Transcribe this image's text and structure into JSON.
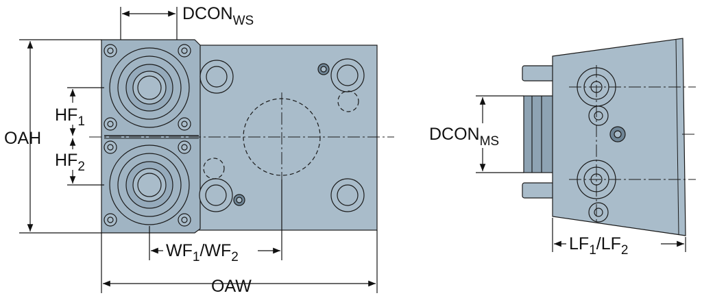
{
  "labels": {
    "dcon_ws": {
      "main": "DCON",
      "sub": "WS"
    },
    "oah": "OAH",
    "hf1": {
      "main": "HF",
      "sub": "1"
    },
    "hf2": {
      "main": "HF",
      "sub": "2"
    },
    "wf": {
      "a": "WF",
      "a_sub": "1",
      "sep": "/WF",
      "b_sub": "2"
    },
    "oaw": "OAW",
    "dcon_ms": {
      "main": "DCON",
      "sub": "MS"
    },
    "lf": {
      "a": "LF",
      "a_sub": "1",
      "sep": "/LF",
      "b_sub": "2"
    }
  },
  "colors": {
    "body": "#a9bcca",
    "body_dark": "#94a9b8",
    "line": "#1a1a1a",
    "background": "#ffffff"
  }
}
